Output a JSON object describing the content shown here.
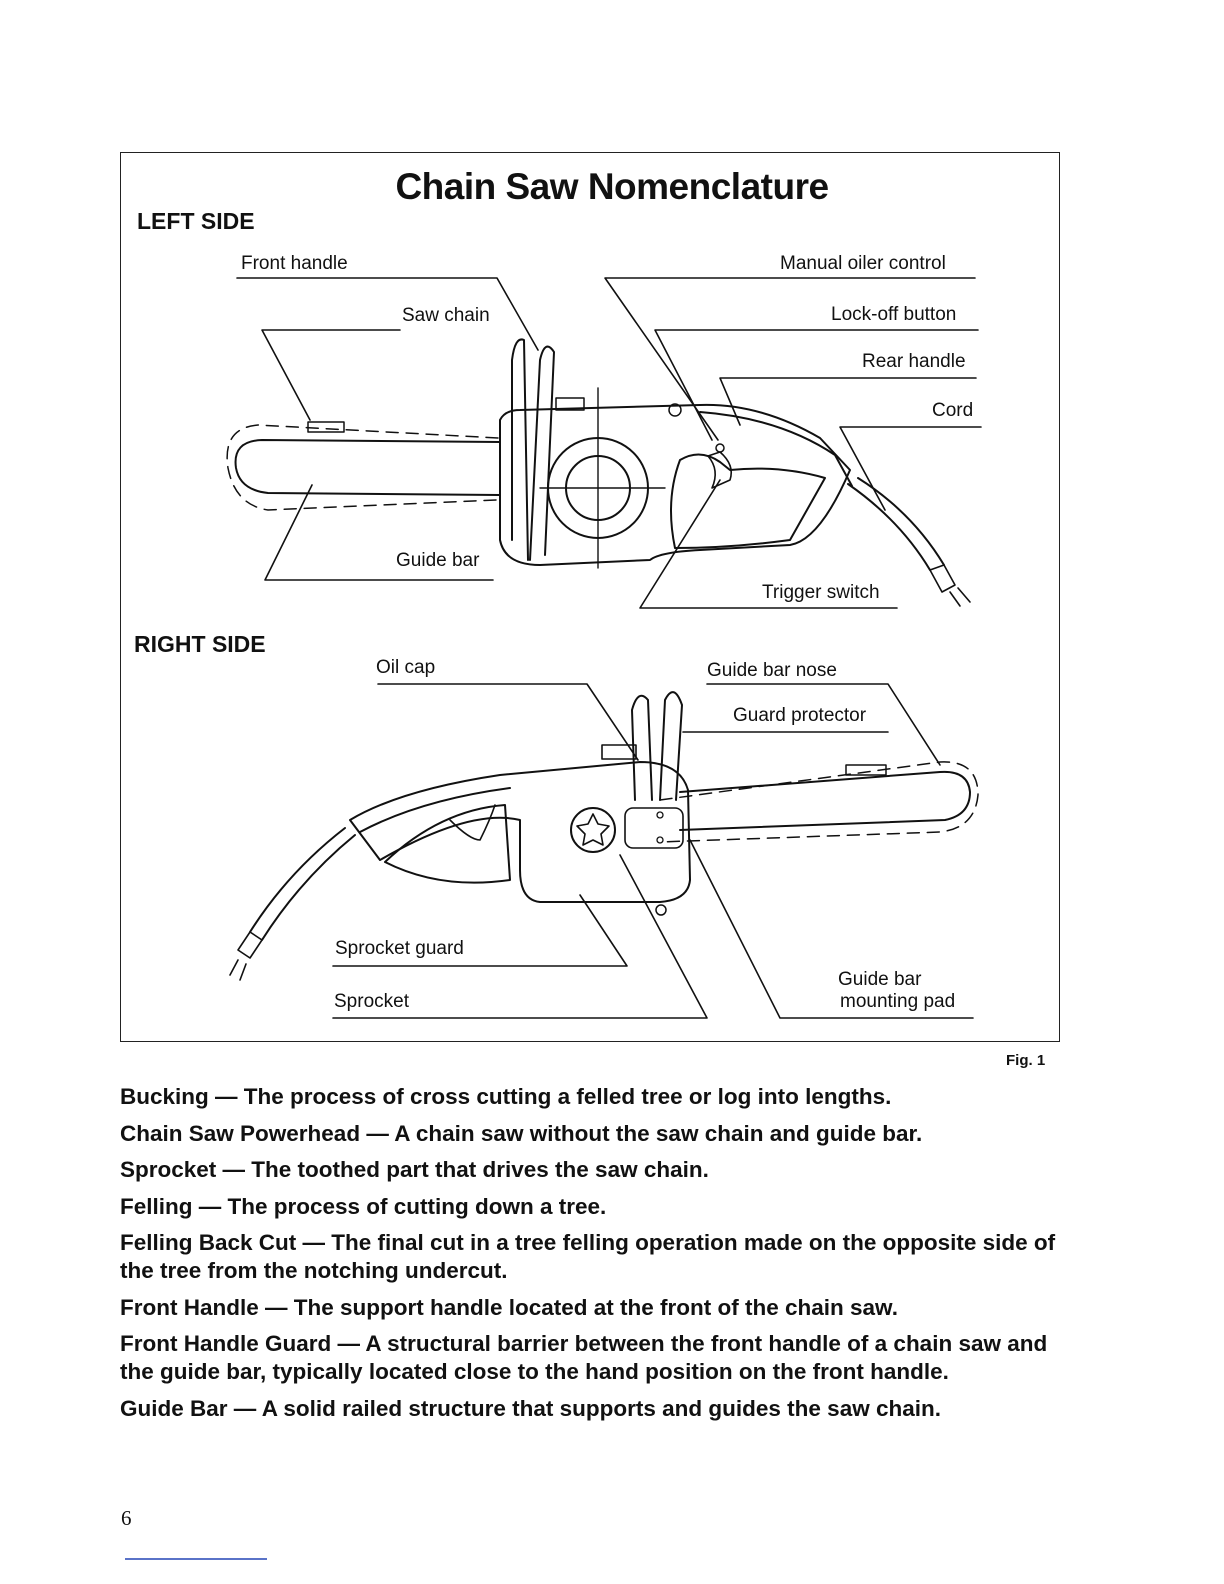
{
  "figure": {
    "title": "Chain Saw Nomenclature",
    "left_side": {
      "heading": "LEFT SIDE",
      "labels": {
        "front_handle": "Front handle",
        "saw_chain": "Saw chain",
        "guide_bar": "Guide bar",
        "manual_oiler_control": "Manual oiler control",
        "lock_off_button": "Lock-off button",
        "rear_handle": "Rear handle",
        "cord": "Cord",
        "trigger_switch": "Trigger switch"
      }
    },
    "right_side": {
      "heading": "RIGHT SIDE",
      "labels": {
        "oil_cap": "Oil cap",
        "guide_bar_nose": "Guide bar nose",
        "guard_protector": "Guard protector",
        "sprocket_guard": "Sprocket guard",
        "sprocket": "Sprocket",
        "guide_bar_mounting_pad_line1": "Guide bar",
        "guide_bar_mounting_pad_line2": "mounting pad"
      }
    },
    "caption": "Fig. 1"
  },
  "definitions": [
    "Bucking — The process of cross cutting a felled tree or log into lengths.",
    "Chain Saw Powerhead — A chain saw without the saw chain and guide bar.",
    "Sprocket — The toothed part that drives the saw chain.",
    "Felling — The process of cutting down a tree.",
    "Felling Back Cut — The final cut in a tree felling operation made on the opposite side of the tree from the notching undercut.",
    "Front Handle — The support handle located at the front of the chain saw.",
    "Front Handle Guard — A structural barrier between the front handle of a chain saw and the guide bar, typically located close to the hand position on the front handle.",
    "Guide Bar — A solid railed structure that supports and guides the saw chain."
  ],
  "page_number": "6"
}
